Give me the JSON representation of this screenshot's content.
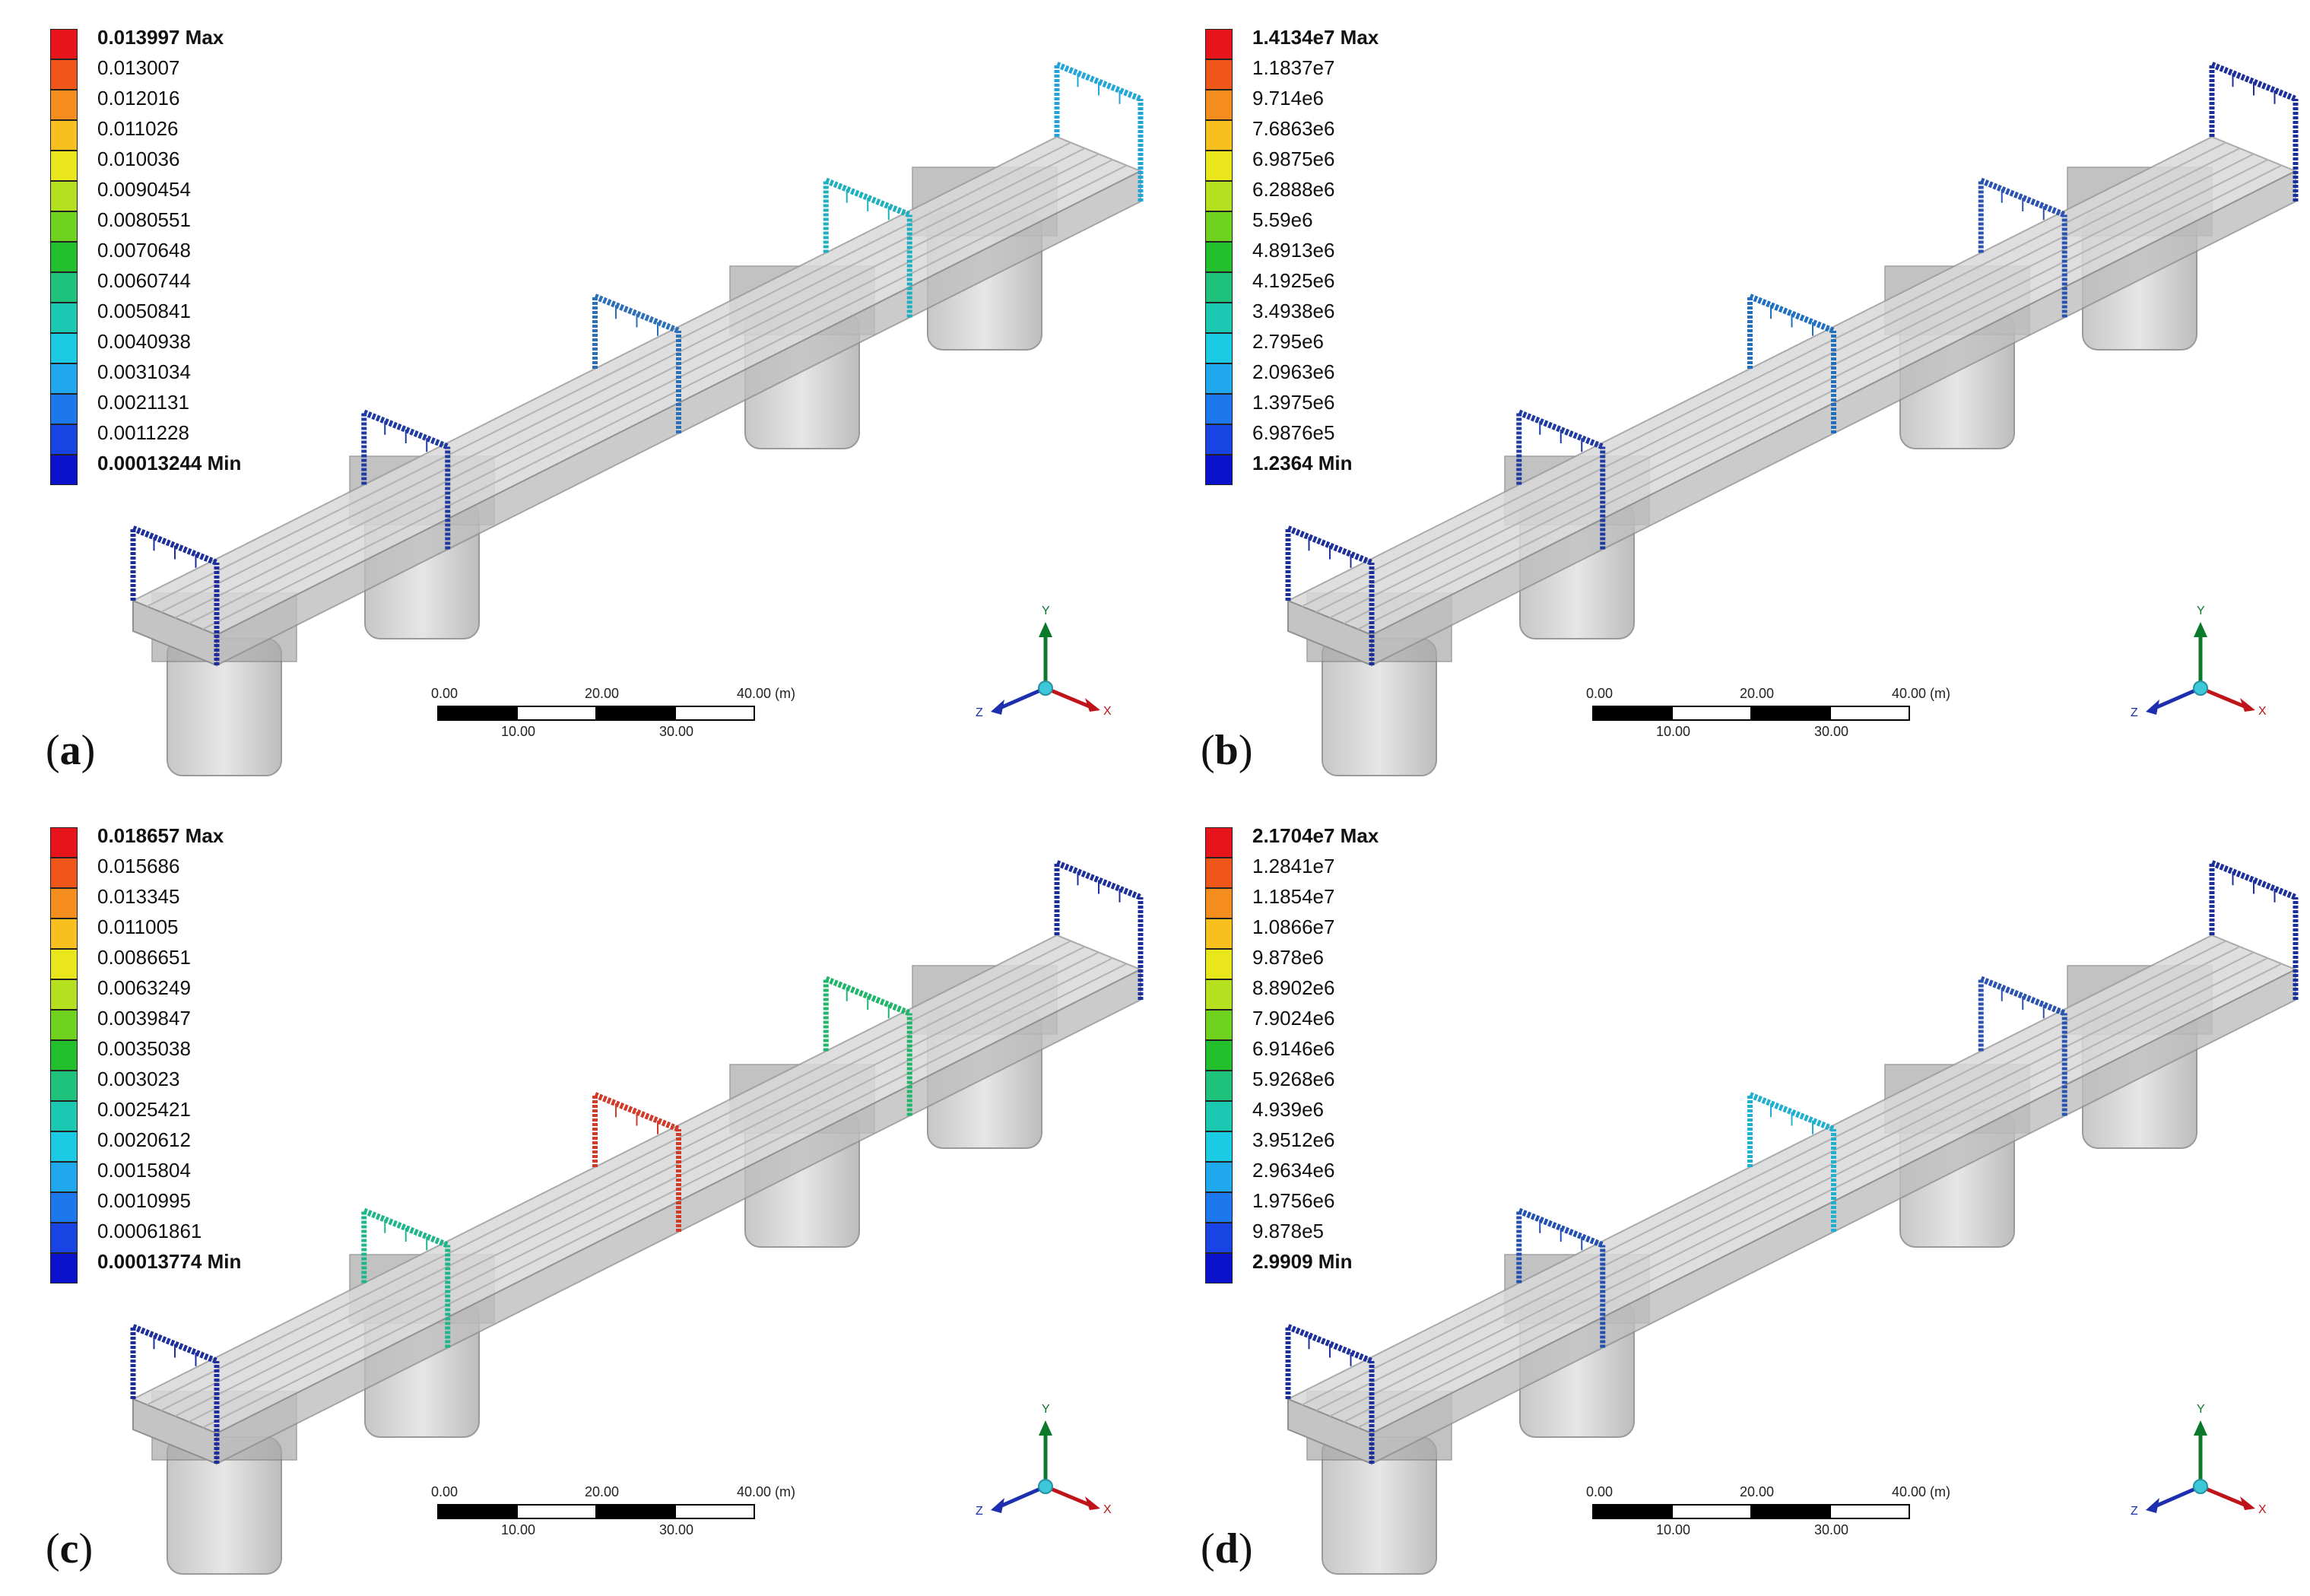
{
  "panels": [
    {
      "label": "a",
      "legend": [
        "0.013997 Max",
        "0.013007",
        "0.012016",
        "0.011026",
        "0.010036",
        "0.0090454",
        "0.0080551",
        "0.0070648",
        "0.0060744",
        "0.0050841",
        "0.0040938",
        "0.0031034",
        "0.0021131",
        "0.0011228",
        "0.00013244 Min"
      ]
    },
    {
      "label": "b",
      "legend": [
        "1.4134e7 Max",
        "1.1837e7",
        "9.714e6",
        "7.6863e6",
        "6.9875e6",
        "6.2888e6",
        "5.59e6",
        "4.8913e6",
        "4.1925e6",
        "3.4938e6",
        "2.795e6",
        "2.0963e6",
        "1.3975e6",
        "6.9876e5",
        "1.2364 Min"
      ]
    },
    {
      "label": "c",
      "legend": [
        "0.018657 Max",
        "0.015686",
        "0.013345",
        "0.011005",
        "0.0086651",
        "0.0063249",
        "0.0039847",
        "0.0035038",
        "0.003023",
        "0.0025421",
        "0.0020612",
        "0.0015804",
        "0.0010995",
        "0.00061861",
        "0.00013774 Min"
      ]
    },
    {
      "label": "d",
      "legend": [
        "2.1704e7 Max",
        "1.2841e7",
        "1.1854e7",
        "1.0866e7",
        "9.878e6",
        "8.8902e6",
        "7.9024e6",
        "6.9146e6",
        "5.9268e6",
        "4.939e6",
        "3.9512e6",
        "2.9634e6",
        "1.9756e6",
        "9.878e5",
        "2.9909 Min"
      ]
    }
  ],
  "legend_colors": [
    "#e8141b",
    "#f0561a",
    "#f58c1e",
    "#f7c01f",
    "#e9e61c",
    "#b4e01f",
    "#6fd21f",
    "#22c02c",
    "#1fc27a",
    "#1bc9b3",
    "#1bcbe3",
    "#1fa8ee",
    "#1d78ee",
    "#1844e4",
    "#0b12cc"
  ],
  "scale_ticks_top": [
    "0.00",
    "20.00",
    "40.00 (m)"
  ],
  "scale_ticks_bottom": [
    "10.00",
    "30.00"
  ],
  "axes": {
    "y": "Y",
    "z": "Z",
    "x": "X"
  },
  "portal_colors": {
    "a": [
      "#1d2f9a",
      "#1f3aa0",
      "#2b6fb8",
      "#1fb0c0",
      "#22a6d8"
    ],
    "b": [
      "#1d2f9a",
      "#1f3aa0",
      "#1f70c0",
      "#2a52b0",
      "#1d2f9a"
    ],
    "c": [
      "#1d2f9a",
      "#1fb58a",
      "#d23a2a",
      "#1fb56a",
      "#1d2f9a"
    ],
    "d": [
      "#1d2f9a",
      "#2350b0",
      "#1fb0d0",
      "#2a52b0",
      "#1d2f9a"
    ]
  }
}
